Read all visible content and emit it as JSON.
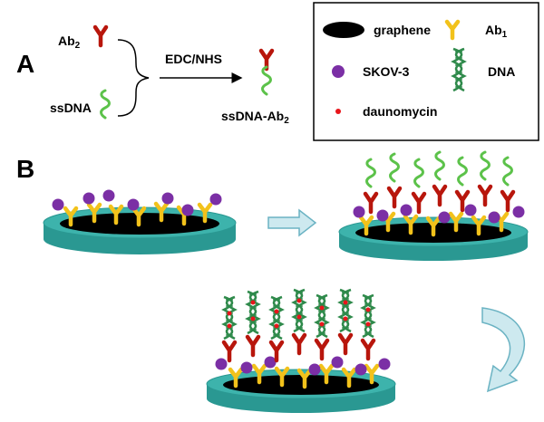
{
  "panel_a": {
    "label": "A",
    "ab2_main": "Ab",
    "ab2_sub": "2",
    "ssdna": "ssDNA",
    "reagent": "EDC/NHS",
    "product_main": "ssDNA-Ab",
    "product_sub": "2"
  },
  "panel_b": {
    "label": "B"
  },
  "legend": {
    "graphene": "graphene",
    "ab1_main": "Ab",
    "ab1_sub": "1",
    "skov3": "SKOV-3",
    "dna": "DNA",
    "daunomycin": "daunomycin"
  },
  "colors": {
    "graphene": "#000000",
    "ab1": "#f2c21b",
    "ab2": "#b8160c",
    "skov3": "#7b2fa5",
    "ssdna": "#5cc24a",
    "dna": "#2f8a4b",
    "daunomycin": "#e8151b",
    "electrode_side": "#2a9892",
    "electrode_top": "#3db3ac",
    "arrow_fill": "#cde9ef",
    "arrow_stroke": "#6bb3c3"
  }
}
